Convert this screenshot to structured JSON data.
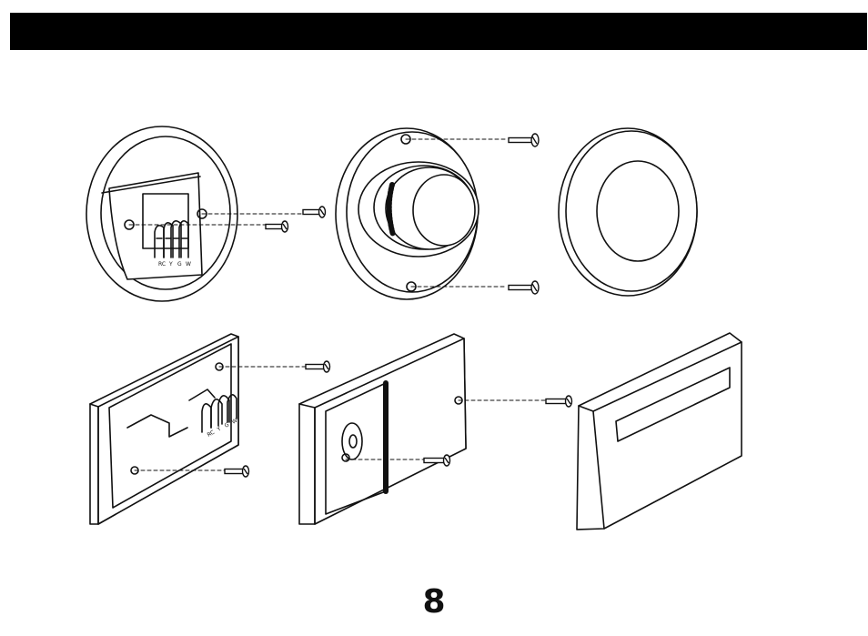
{
  "page": {
    "number": "8"
  },
  "wire_labels": [
    "RC",
    "Y",
    "G",
    "W"
  ],
  "colors": {
    "ink": "#111111",
    "header": "#000000",
    "paper": "#ffffff"
  }
}
